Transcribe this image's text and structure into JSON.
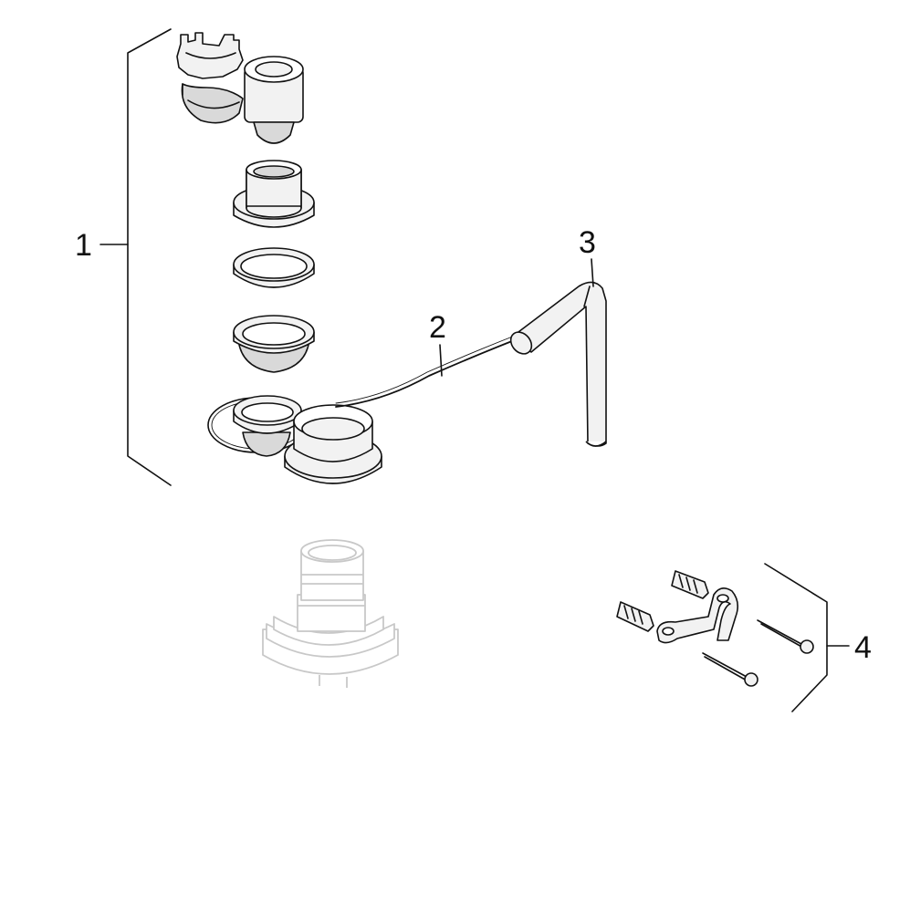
{
  "callouts": [
    {
      "number": "1",
      "part": "valve-assembly"
    },
    {
      "number": "2",
      "part": "pull-cable"
    },
    {
      "number": "3",
      "part": "pull-rod"
    },
    {
      "number": "4",
      "part": "mounting-hardware-set"
    }
  ],
  "colors": {
    "line": "#111111",
    "part_fill": "#f2f2f2",
    "part_shadow": "#d9d9d9",
    "ghost_part": "#c8c8c8",
    "background": "#ffffff"
  }
}
